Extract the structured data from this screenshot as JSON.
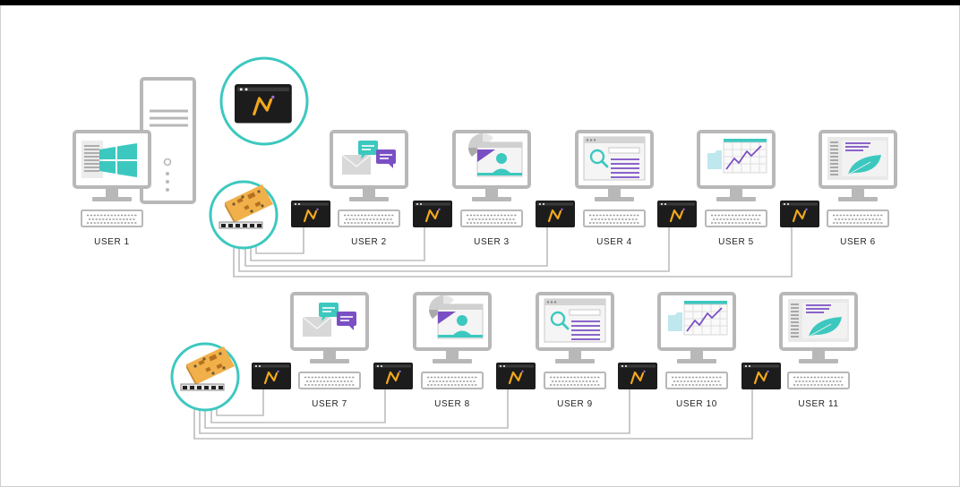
{
  "colors": {
    "frame": "#b8b8b8",
    "teal": "#3cc8bf",
    "purple": "#7b4fc4",
    "cable": "#bdbdbd",
    "device": "#1c1c1c",
    "logo": "#f2a81d",
    "board": "#f1b04a"
  },
  "users": {
    "u1": "USER 1",
    "u2": "USER 2",
    "u3": "USER 3",
    "u4": "USER 4",
    "u5": "USER 5",
    "u6": "USER 6",
    "u7": "USER 7",
    "u8": "USER 8",
    "u9": "USER 9",
    "u10": "USER 10",
    "u11": "USER 11"
  },
  "screens": [
    "messaging-icon",
    "webcam-icon",
    "search-icon",
    "chart-icon",
    "document-icon"
  ],
  "devices": [
    "zero-client-icon",
    "graphics-board-icon",
    "server-tower-icon",
    "windows-logo-icon"
  ]
}
